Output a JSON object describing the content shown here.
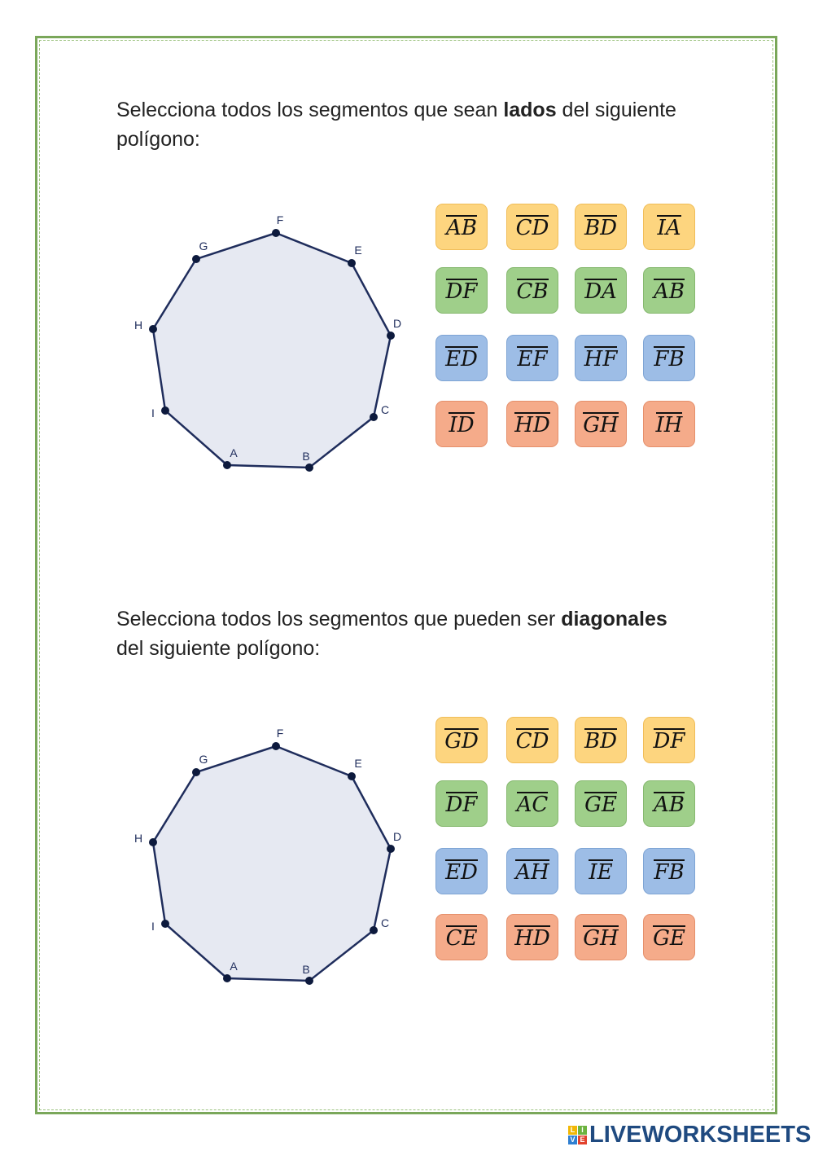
{
  "sections": [
    {
      "question_pre": "Selecciona todos los segmentos que sean ",
      "question_bold": "lados",
      "question_post": " del siguiente polígono:",
      "vertices": [
        "F",
        "E",
        "D",
        "C",
        "B",
        "A",
        "I",
        "H",
        "G"
      ],
      "tiles": [
        [
          "AB",
          "CD",
          "BD",
          "IA"
        ],
        [
          "DF",
          "CB",
          "DA",
          "AB"
        ],
        [
          "ED",
          "EF",
          "HF",
          "FB"
        ],
        [
          "ID",
          "HD",
          "GH",
          "IH"
        ]
      ]
    },
    {
      "question_pre": "Selecciona todos los segmentos que pueden ser ",
      "question_bold": "diagonales",
      "question_post": " del siguiente polígono:",
      "vertices": [
        "F",
        "E",
        "D",
        "C",
        "B",
        "A",
        "I",
        "H",
        "G"
      ],
      "tiles": [
        [
          "GD",
          "CD",
          "BD",
          "DF"
        ],
        [
          "DF",
          "AC",
          "GE",
          "AB"
        ],
        [
          "ED",
          "AH",
          "IE",
          "FB"
        ],
        [
          "CE",
          "HD",
          "GH",
          "GE"
        ]
      ]
    }
  ],
  "colors": {
    "row_colors": [
      "#fdd57f",
      "#9fcf8a",
      "#9dbde6",
      "#f5ab8a"
    ],
    "frame": "#7aa75a",
    "polygon_fill": "#e6e9f2",
    "polygon_stroke": "#1f2d5c"
  },
  "logo": {
    "text": "LIVEWORKSHEETS",
    "letters": [
      "L",
      "I",
      "V",
      "E"
    ]
  }
}
